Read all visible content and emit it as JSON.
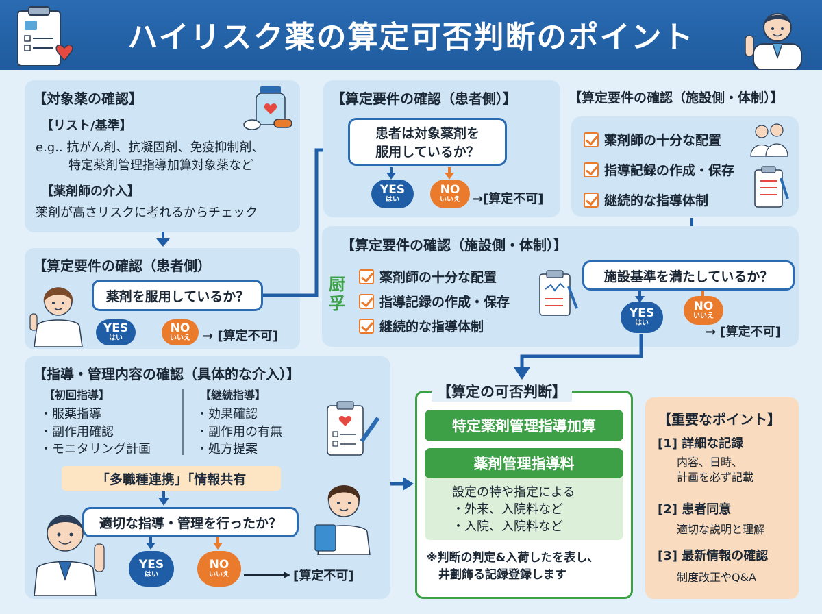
{
  "header": {
    "title": "ハイリスク薬の算定可否判断のポイント"
  },
  "panel1": {
    "title": "【対象薬の確認】",
    "list_title": "【リスト/基準】",
    "list_line1": "e.g.. 抗がん剤、抗凝固剤、免疫抑制剤、",
    "list_line2": "特定薬剤管理指導加算対象薬など",
    "pharm_title": "【薬剤師の介入】",
    "pharm_text": "薬剤が高さリスクに考れるからチェック"
  },
  "panel2": {
    "title": "【算定要件の確認（患者側）",
    "question": "薬剤を服用しているか？",
    "yes": "YES",
    "yes_sub": "はい",
    "no": "NO",
    "no_sub": "いいえ",
    "result": "→ [算定不可]"
  },
  "panel3": {
    "title": "【算定要件の確認（患者側）】",
    "question_line1": "患者は対象薬剤を",
    "question_line2": "服用しているか？",
    "yes": "YES",
    "yes_sub": "はい",
    "no": "NO",
    "no_sub": "いいえ",
    "result": "→[算定不可]"
  },
  "panel4": {
    "title": "【算定要件の確認（施設側・体制）】",
    "items": [
      "薬剤師の十分な配置",
      "指導記録の作成・保存",
      "継続的な指導体制"
    ]
  },
  "panel5": {
    "title": "【算定要件の確認（施設側・体制）】",
    "side_label": "厨",
    "side_label2": "孚",
    "items": [
      "薬剤師の十分な配置",
      "指導記録の作成・保存",
      "継続的な指導体制"
    ],
    "question": "施設基準を満たしているか？",
    "yes": "YES",
    "yes_sub": "はい",
    "no": "NO",
    "no_sub": "いいえ",
    "result": "→ [算定不可]"
  },
  "panel6": {
    "title": "【指導・管理内容の確認（具体的な介入）】",
    "col1_title": "【初回指導】",
    "col1_items": [
      "・服薬指導",
      "・副作用確認",
      "・モニタリング計画"
    ],
    "col2_title": "【継続指導】",
    "col2_items": [
      "・効果確認",
      "・副作用の有無",
      "・処方提案"
    ],
    "tag": "「多職種連携」「情報共有",
    "question": "適切な指導・管理を行ったか？",
    "yes": "YES",
    "yes_sub": "はい",
    "no": "NO",
    "no_sub": "いいえ",
    "result": "[算定不可]"
  },
  "panel7": {
    "title": "【算定の可否判断】",
    "bar1": "特定薬剤管理指導加算",
    "bar2": "薬剤管理指導料",
    "sub_line1": "設定の特や指定による",
    "sub_line2": "・外来、入院料など",
    "sub_line3": "・入院、入院料など",
    "note_line1": "※判断の判定&入荷したを表し、",
    "note_line2": "井劃飾る記録登録します"
  },
  "panel8": {
    "title": "【重要なポイント】",
    "p1_title": "[1] 詳細な記録",
    "p1_line1": "内容、日時、",
    "p1_line2": "計画を必ず記載",
    "p2_title": "[2] 患者同意",
    "p2_line1": "適切な説明と理解",
    "p3_title": "[3] 最新情報の確認",
    "p3_line1": "制度改正やQ&A"
  },
  "colors": {
    "header_blue": "#1f5b9e",
    "panel_blue": "#cfe5f5",
    "arrow_blue": "#1f5ea6",
    "no_orange": "#ea7a2c",
    "green": "#3da047",
    "point_bg": "#f9dcbf"
  }
}
